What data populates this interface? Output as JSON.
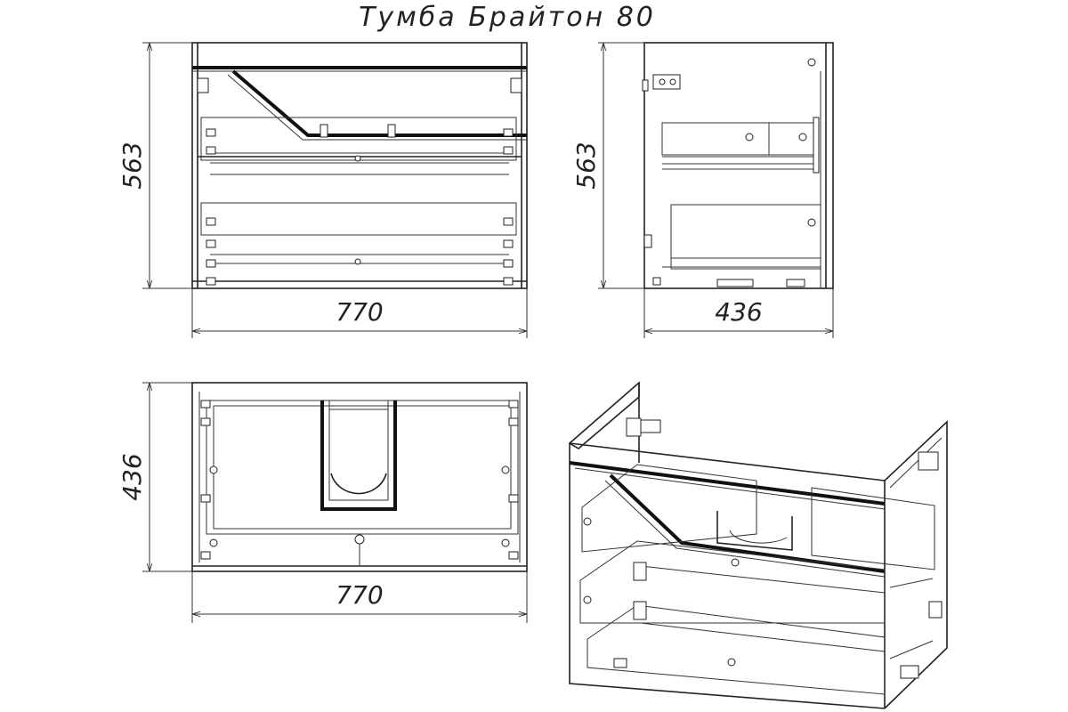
{
  "title": "Тумба Брайтон 80",
  "views": {
    "front": {
      "height_label": "563",
      "width_label": "770"
    },
    "side": {
      "height_label": "563",
      "depth_label": "436"
    },
    "top": {
      "depth_label": "436",
      "width_label": "770"
    },
    "isometric": {}
  }
}
